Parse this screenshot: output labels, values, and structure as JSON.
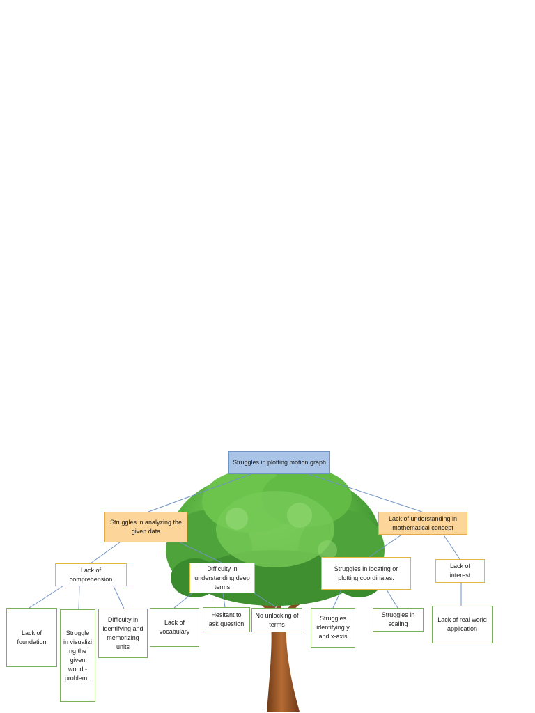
{
  "diagram": {
    "root": {
      "label": "Struggles in plotting motion graph"
    },
    "level1": [
      {
        "label": "Struggles in analyzing the given data"
      },
      {
        "label": "Lack of understanding in mathematical concept"
      }
    ],
    "level2": [
      {
        "label": "Lack of comprehension"
      },
      {
        "label": "Difficulty in understanding deep terms"
      },
      {
        "label": "Struggles in locating or plotting coordinates."
      },
      {
        "label": "Lack of interest"
      }
    ],
    "leaves": [
      {
        "label": "Lack of foundation"
      },
      {
        "label": "Struggle in visualizi ng the given world - problem ."
      },
      {
        "label": "Difficulty in identifying and memorizing units"
      },
      {
        "label": "Lack of vocabulary"
      },
      {
        "label": "Hesitant to ask question"
      },
      {
        "label": "No unlocking of terms"
      },
      {
        "label": "Struggles identifying y and x-axis"
      },
      {
        "label": "Struggles in scaling"
      },
      {
        "label": "Lack of real world application"
      }
    ]
  },
  "colors": {
    "root_fill": "#a9c4e6",
    "level1_fill": "#fbd59a",
    "level2_border": "#e2b640",
    "leaf_border": "#7ab05a",
    "connector": "#6f93c4",
    "foliage": "#4fa83a",
    "trunk": "#9a5a2a"
  },
  "icons": {
    "background": "tree-illustration"
  }
}
